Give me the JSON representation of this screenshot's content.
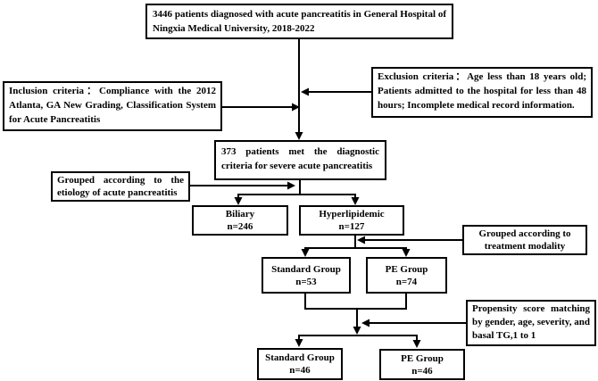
{
  "diagram": {
    "type": "flowchart",
    "colors": {
      "line": "#000000",
      "box_border": "#000000",
      "box_fill": "#ffffff",
      "text": "#000000",
      "background": "#ffffff"
    },
    "nodes": {
      "total": {
        "text": "3446 patients diagnosed with acute pancreatitis in General Hospital of Ningxia Medical University, 2018-2022"
      },
      "exclusion": {
        "text": "Exclusion criteria：Age less than 18 years old; Patients admitted to the hospital for less than 48 hours; Incomplete medical record information."
      },
      "inclusion": {
        "text": "Inclusion criteria：Compliance with the 2012 Atlanta, GA New Grading, Classification System for Acute Pancreatitis"
      },
      "sap": {
        "text": "373 patients met the diagnostic criteria for severe acute pancreatitis"
      },
      "etiology_note": {
        "text": "Grouped according to the etiology of acute pancreatitis"
      },
      "biliary": {
        "title": "Biliary",
        "n": "n=246"
      },
      "hyperlipidemic": {
        "title": "Hyperlipidemic",
        "n": "n=127"
      },
      "treatment_note": {
        "text": "Grouped according to treatment modality"
      },
      "standard_53": {
        "title": "Standard Group",
        "n": "n=53"
      },
      "pe_74": {
        "title": "PE Group",
        "n": "n=74"
      },
      "propensity_note": {
        "text": "Propensity score matching by gender, age, severity, and basal TG,1 to 1"
      },
      "standard_46": {
        "title": "Standard Group",
        "n": "n=46"
      },
      "pe_46": {
        "title": "PE Group",
        "n": "n=46"
      }
    }
  }
}
